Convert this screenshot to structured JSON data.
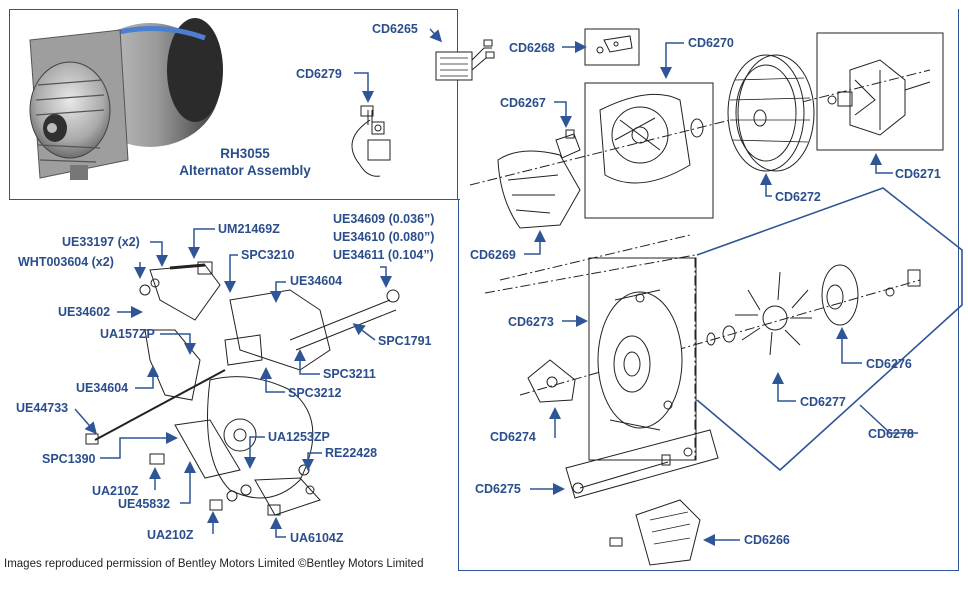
{
  "labels": {
    "CD6265": "CD6265",
    "CD6268": "CD6268",
    "CD6270": "CD6270",
    "CD6279": "CD6279",
    "CD6267": "CD6267",
    "CD6271": "CD6271",
    "CD6272": "CD6272",
    "CD6269": "CD6269",
    "CD6273": "CD6273",
    "CD6276": "CD6276",
    "CD6277": "CD6277",
    "CD6278": "CD6278",
    "CD6274": "CD6274",
    "CD6275": "CD6275",
    "CD6266": "CD6266",
    "UE33197": "UE33197 (x2)",
    "WHT003604": "WHT003604 (x2)",
    "UM21469Z": "UM21469Z",
    "SPC3210": "SPC3210",
    "UE34609": "UE34609 (0.036”)",
    "UE34610": "UE34610 (0.080”)",
    "UE34611": "UE34611 (0.104”)",
    "UE34604_top": "UE34604",
    "UE34602": "UE34602",
    "UA157ZP": "UA157ZP",
    "SPC1791": "SPC1791",
    "SPC3211": "SPC3211",
    "UE34604_left": "UE34604",
    "SPC3212": "SPC3212",
    "UE44733": "UE44733",
    "UA1253ZP": "UA1253ZP",
    "SPC1390": "SPC1390",
    "RE22428": "RE22428",
    "UA210Z_a": "UA210Z",
    "UE45832": "UE45832",
    "UA210Z_b": "UA210Z",
    "UA6104Z": "UA6104Z"
  },
  "assembly": {
    "part_number": "RH3055",
    "name": "Alternator Assembly"
  },
  "copyright": "Images reproduced permission of Bentley Motors Limited ©Bentley Motors Limited",
  "colors": {
    "accent": "#2f5597",
    "label": "#2a4e8c",
    "line": "#333333"
  }
}
